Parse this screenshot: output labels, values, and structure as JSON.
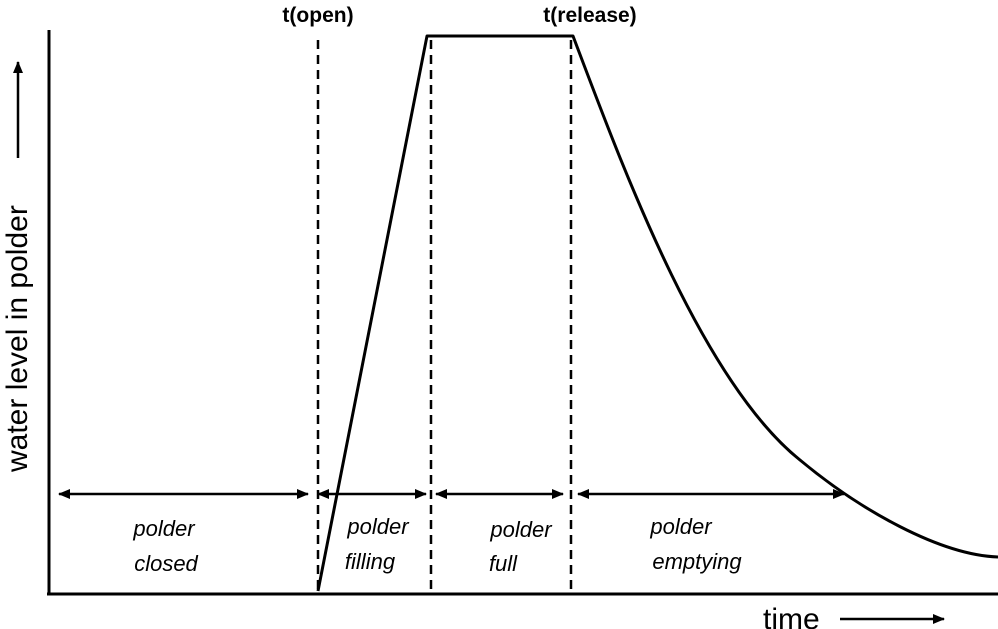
{
  "axes": {
    "x_label": "time",
    "y_label": "water level in polder"
  },
  "markers": {
    "open": "t(open)",
    "release": "t(release)"
  },
  "phases": {
    "closed": [
      "polder",
      "closed"
    ],
    "filling": [
      "polder",
      "filling"
    ],
    "full": [
      "polder",
      "full"
    ],
    "emptying": [
      "polder",
      "emptying"
    ]
  },
  "colors": {
    "line": "#000000",
    "background": "#ffffff"
  }
}
